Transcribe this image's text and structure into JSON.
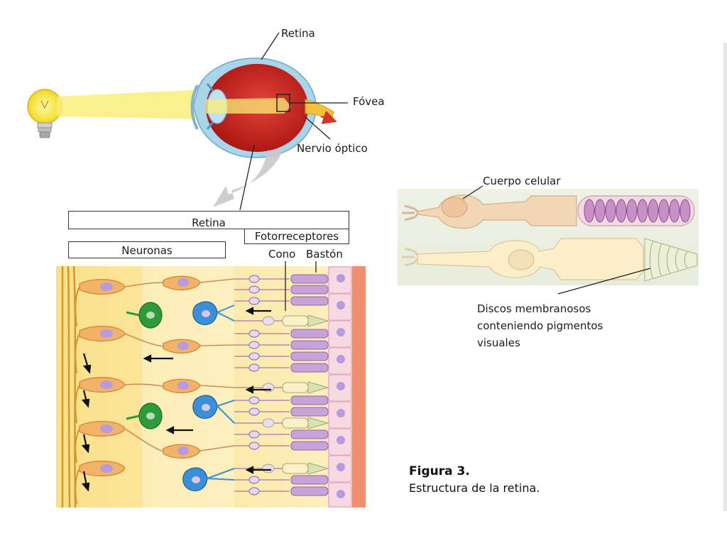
{
  "eye": {
    "retina_label": "Retina",
    "fovea_label": "Fóvea",
    "optic_nerve_label": "Nervio óptico"
  },
  "retina_section": {
    "retina_box": "Retina",
    "photoreceptors_box": "Fotorreceptores",
    "neurons_box": "Neuronas",
    "cone_label": "Cono",
    "rod_label": "Bastón"
  },
  "cells_panel": {
    "cell_body_label": "Cuerpo celular",
    "discs_label_line1": "Discos membranosos",
    "discs_label_line2": "conteniendo pigmentos",
    "discs_label_line3": "visuales"
  },
  "caption": {
    "title": "Figura 3.",
    "text": "Estructura de la retina."
  },
  "colors": {
    "lens_yellow": "#f7e64a",
    "light_beam": "#f9ee7a",
    "eye_red": "#c8201c",
    "sclera_blue": "#a9d4ea",
    "retina_bg": "#fbe9a8",
    "neuron_orange": "#f2b267",
    "bipolar_blue": "#3a8fd6",
    "ganglion_green": "#2f9a3a",
    "pigment_pink": "#f3c6d3",
    "rod_purple": "#b98acb"
  }
}
